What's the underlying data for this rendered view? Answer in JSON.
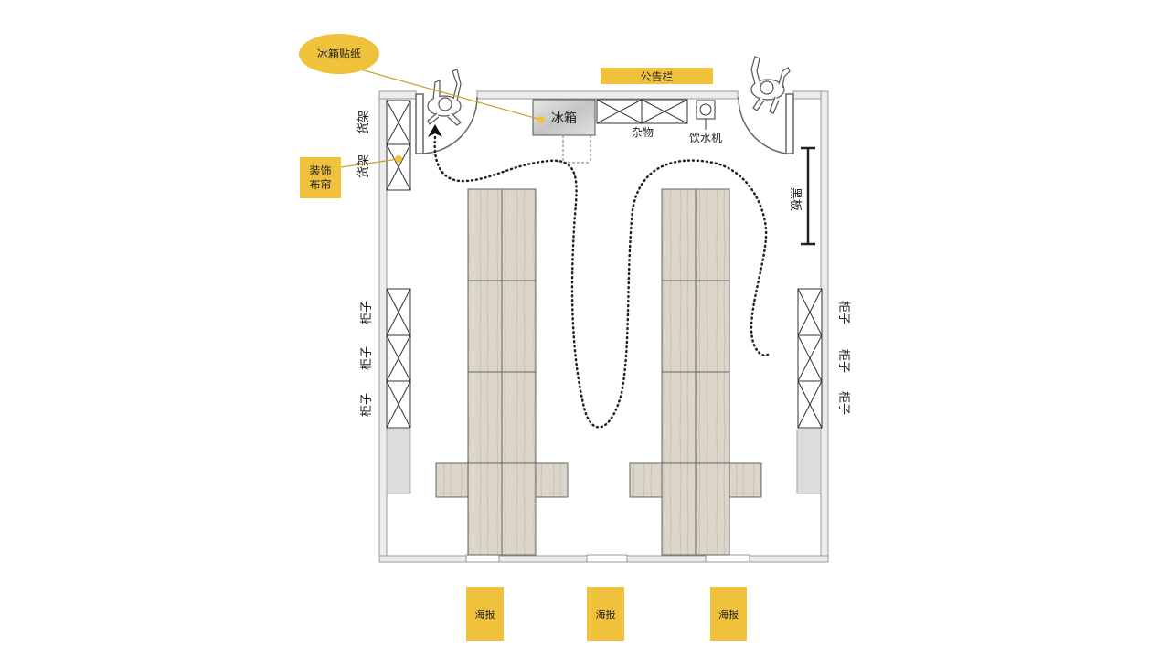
{
  "callouts": {
    "fridge_sticker": "冰箱贴纸",
    "notice_board": "公告栏",
    "curtain_line1": "装饰",
    "curtain_line2": "布帘"
  },
  "labels": {
    "shelf": "货架",
    "fridge": "冰箱",
    "misc": "杂物",
    "water_dispenser": "饮水机",
    "blackboard": "黑板",
    "cabinet": "柜子"
  },
  "posters": [
    "海报",
    "海报",
    "海报"
  ],
  "colors": {
    "accent_yellow": "#f0c23c",
    "wall": "#d8d8d8",
    "wood": "#d9d3c6"
  }
}
